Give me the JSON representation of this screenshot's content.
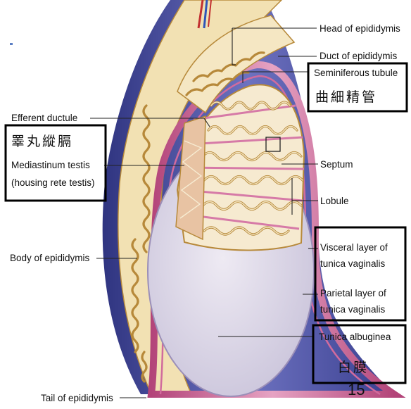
{
  "labels": {
    "head_of_epididymis": "Head of epididymis",
    "duct_of_epididymis": "Duct of epididymis",
    "seminiferous_tubule": "Seminiferous tubule",
    "seminiferous_tubule_zh": "曲細精管",
    "efferent_ductule": "Efferent ductule",
    "efferent_ductule_zh": "睪丸縱膈",
    "mediastinum_testis": "Mediastinum testis",
    "mediastinum_testis_note": "(housing rete testis)",
    "septum": "Septum",
    "lobule": "Lobule",
    "body_of_epididymis": "Body of epididymis",
    "visceral_layer_1": "Visceral layer of",
    "visceral_layer_2": "tunica vaginalis",
    "parietal_layer_1": "Parietal layer of",
    "parietal_layer_2": "tunica vaginalis",
    "tunica_albuginea": "Tunica albuginea",
    "tunica_albuginea_zh": "白膜",
    "tail_of_epididymis": "Tail of epididymis"
  },
  "page_number": "15",
  "colors": {
    "outer_sac": "#4a4f9e",
    "parietal_layer": "#c4578a",
    "epididymis": "#f2e1b3",
    "tubule_outline": "#b7893a",
    "testis_body": "#ddd8e8",
    "background": "#ffffff"
  }
}
